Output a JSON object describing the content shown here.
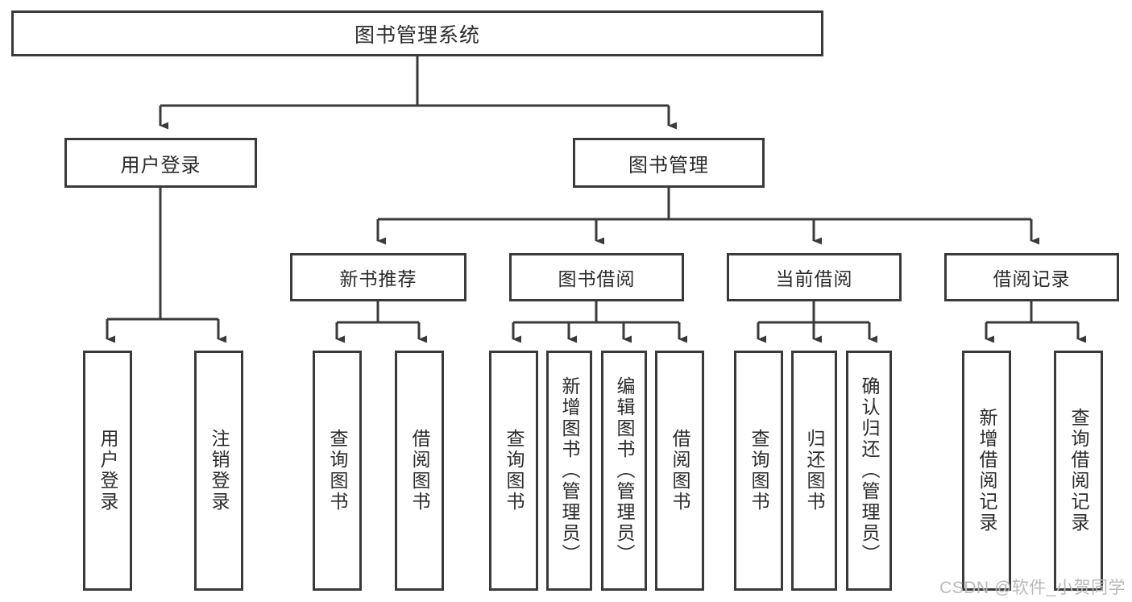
{
  "diagram": {
    "title": "图书管理系统",
    "type": "tree-hierarchy-diagram",
    "colors": {
      "stroke": "#3a3a3a",
      "fill": "#ffffff",
      "text": "#2b2b2b",
      "watermark": "#b9b9b9"
    },
    "root": {
      "label": "图书管理系统"
    },
    "level2": [
      {
        "label": "用户登录"
      },
      {
        "label": "图书管理"
      }
    ],
    "level3": [
      {
        "label": "新书推荐"
      },
      {
        "label": "图书借阅"
      },
      {
        "label": "当前借阅"
      },
      {
        "label": "借阅记录"
      }
    ],
    "leaves": {
      "user_login": [
        {
          "label": "用户登录"
        },
        {
          "label": "注销登录"
        }
      ],
      "new_book": [
        {
          "label": "查询图书"
        },
        {
          "label": "借阅图书"
        }
      ],
      "book_borrow": [
        {
          "label": "查询图书"
        },
        {
          "label": "新增图书（管理员）"
        },
        {
          "label": "编辑图书（管理员）"
        },
        {
          "label": "借阅图书"
        }
      ],
      "current_borrow": [
        {
          "label": "查询图书"
        },
        {
          "label": "归还图书"
        },
        {
          "label": "确认归还（管理员）"
        }
      ],
      "borrow_record": [
        {
          "label": "新增借阅记录"
        },
        {
          "label": "查询借阅记录"
        }
      ]
    }
  },
  "watermark": {
    "text": "CSDN @软件_小贺同学"
  }
}
